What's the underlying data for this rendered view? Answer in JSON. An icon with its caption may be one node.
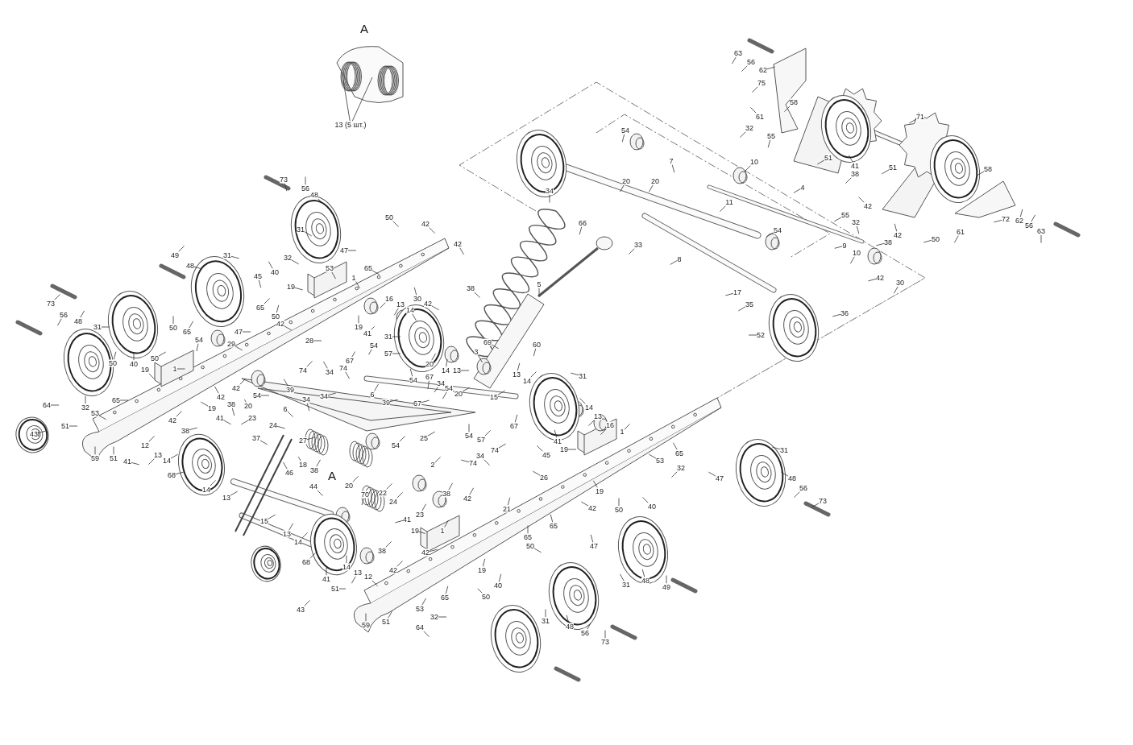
{
  "diagram": {
    "nodes": [
      {
        "text": [
          "13 (5 шт.)"
        ]
      },
      {
        "text": [
          "63"
        ]
      },
      {
        "text": [
          "56"
        ]
      },
      {
        "text": [
          "62"
        ]
      },
      {
        "text": [
          "75"
        ]
      },
      {
        "text": [
          "58"
        ]
      },
      {
        "text": [
          "61"
        ]
      },
      {
        "text": [
          "71"
        ]
      },
      {
        "text": [
          "32"
        ]
      },
      {
        "text": [
          "54"
        ]
      },
      {
        "text": [
          "55"
        ]
      },
      {
        "text": [
          "51"
        ]
      },
      {
        "text": [
          "7"
        ]
      },
      {
        "text": [
          "10"
        ]
      },
      {
        "text": [
          "41"
        ]
      },
      {
        "text": [
          "51"
        ]
      },
      {
        "text": [
          "58"
        ]
      },
      {
        "text": [
          "38"
        ]
      },
      {
        "text": [
          "73"
        ]
      },
      {
        "text": [
          "20"
        ]
      },
      {
        "text": [
          "20"
        ]
      },
      {
        "text": [
          "4"
        ]
      },
      {
        "text": [
          "56"
        ]
      },
      {
        "text": [
          "34"
        ]
      },
      {
        "text": [
          "48"
        ]
      },
      {
        "text": [
          "11"
        ]
      },
      {
        "text": [
          "42"
        ]
      },
      {
        "text": [
          "55"
        ]
      },
      {
        "text": [
          "50"
        ]
      },
      {
        "text": [
          "72"
        ]
      },
      {
        "text": [
          "62"
        ]
      },
      {
        "text": [
          "32"
        ]
      },
      {
        "text": [
          "66"
        ]
      },
      {
        "text": [
          "42"
        ]
      },
      {
        "text": [
          "56"
        ]
      },
      {
        "text": [
          "31"
        ]
      },
      {
        "text": [
          "54"
        ]
      },
      {
        "text": [
          "63"
        ]
      },
      {
        "text": [
          "61"
        ]
      },
      {
        "text": [
          "42"
        ]
      },
      {
        "text": [
          "50"
        ]
      },
      {
        "text": [
          "38"
        ]
      },
      {
        "text": [
          "42"
        ]
      },
      {
        "text": [
          "33"
        ]
      },
      {
        "text": [
          "9"
        ]
      },
      {
        "text": [
          "47"
        ]
      },
      {
        "text": [
          "10"
        ]
      },
      {
        "text": [
          "49"
        ]
      },
      {
        "text": [
          "31"
        ]
      },
      {
        "text": [
          "32"
        ]
      },
      {
        "text": [
          "8"
        ]
      },
      {
        "text": [
          "48"
        ]
      },
      {
        "text": [
          "65"
        ]
      },
      {
        "text": [
          "53"
        ]
      },
      {
        "text": [
          "40"
        ]
      },
      {
        "text": [
          "45"
        ]
      },
      {
        "text": [
          "1"
        ]
      },
      {
        "text": [
          "42"
        ]
      },
      {
        "text": [
          "30"
        ]
      },
      {
        "text": [
          "5"
        ]
      },
      {
        "text": [
          "19"
        ]
      },
      {
        "text": [
          "38"
        ]
      },
      {
        "text": [
          "17"
        ]
      },
      {
        "text": [
          "16"
        ]
      },
      {
        "text": [
          "30"
        ]
      },
      {
        "text": [
          "42"
        ]
      },
      {
        "text": [
          "73"
        ]
      },
      {
        "text": [
          "13"
        ]
      },
      {
        "text": [
          "35"
        ]
      },
      {
        "text": [
          "65"
        ]
      },
      {
        "text": [
          "14"
        ]
      },
      {
        "text": [
          "36"
        ]
      },
      {
        "text": [
          "56"
        ]
      },
      {
        "text": [
          "50"
        ]
      },
      {
        "text": [
          "48"
        ]
      },
      {
        "text": [
          "42"
        ]
      },
      {
        "text": [
          "31"
        ]
      },
      {
        "text": [
          "19"
        ]
      },
      {
        "text": [
          "50"
        ]
      },
      {
        "text": [
          "47"
        ]
      },
      {
        "text": [
          "65"
        ]
      },
      {
        "text": [
          "41"
        ]
      },
      {
        "text": [
          "52"
        ]
      },
      {
        "text": [
          "31"
        ]
      },
      {
        "text": [
          "54"
        ]
      },
      {
        "text": [
          "28"
        ]
      },
      {
        "text": [
          "69"
        ]
      },
      {
        "text": [
          "29"
        ]
      },
      {
        "text": [
          "60"
        ]
      },
      {
        "text": [
          "54"
        ]
      },
      {
        "text": [
          "3"
        ]
      },
      {
        "text": [
          "57"
        ]
      },
      {
        "text": [
          "67"
        ]
      },
      {
        "text": [
          "50"
        ]
      },
      {
        "text": [
          "40"
        ]
      },
      {
        "text": [
          "20"
        ]
      },
      {
        "text": [
          "74"
        ]
      },
      {
        "text": [
          "50"
        ]
      },
      {
        "text": [
          "19"
        ]
      },
      {
        "text": [
          "1"
        ]
      },
      {
        "text": [
          "74"
        ]
      },
      {
        "text": [
          "34"
        ]
      },
      {
        "text": [
          "14"
        ]
      },
      {
        "text": [
          "13"
        ]
      },
      {
        "text": [
          "13"
        ]
      },
      {
        "text": [
          "54"
        ]
      },
      {
        "text": [
          "67"
        ]
      },
      {
        "text": [
          "31"
        ]
      },
      {
        "text": [
          "34"
        ]
      },
      {
        "text": [
          "14"
        ]
      },
      {
        "text": [
          "42"
        ]
      },
      {
        "text": [
          "54"
        ]
      },
      {
        "text": [
          "39"
        ]
      },
      {
        "text": [
          "20"
        ]
      },
      {
        "text": [
          "6"
        ]
      },
      {
        "text": [
          "54"
        ]
      },
      {
        "text": [
          "34"
        ]
      },
      {
        "text": [
          "42"
        ]
      },
      {
        "text": [
          "15"
        ]
      },
      {
        "text": [
          "34"
        ]
      },
      {
        "text": [
          "65"
        ]
      },
      {
        "text": [
          "39"
        ]
      },
      {
        "text": [
          "67"
        ]
      },
      {
        "text": [
          "38"
        ]
      },
      {
        "text": [
          "64"
        ]
      },
      {
        "text": [
          "20"
        ]
      },
      {
        "text": [
          "32"
        ]
      },
      {
        "text": [
          "14"
        ]
      },
      {
        "text": [
          "19"
        ]
      },
      {
        "text": [
          "6"
        ]
      },
      {
        "text": [
          "53"
        ]
      },
      {
        "text": [
          "13"
        ]
      },
      {
        "text": [
          "41"
        ]
      },
      {
        "text": [
          "23"
        ]
      },
      {
        "text": [
          "42"
        ]
      },
      {
        "text": [
          "24"
        ]
      },
      {
        "text": [
          "16"
        ]
      },
      {
        "text": [
          "67"
        ]
      },
      {
        "text": [
          "51"
        ]
      },
      {
        "text": [
          "38"
        ]
      },
      {
        "text": [
          "1"
        ]
      },
      {
        "text": [
          "43"
        ]
      },
      {
        "text": [
          "54"
        ]
      },
      {
        "text": [
          "37"
        ]
      },
      {
        "text": [
          "25"
        ]
      },
      {
        "text": [
          "57"
        ]
      },
      {
        "text": [
          "27"
        ]
      },
      {
        "text": [
          "41"
        ]
      },
      {
        "text": [
          "12"
        ]
      },
      {
        "text": [
          "54"
        ]
      },
      {
        "text": [
          "19"
        ]
      },
      {
        "text": [
          "31"
        ]
      },
      {
        "text": [
          "74"
        ]
      },
      {
        "text": [
          "65"
        ]
      },
      {
        "text": [
          "13"
        ]
      },
      {
        "text": [
          "45"
        ]
      },
      {
        "text": [
          "34"
        ]
      },
      {
        "text": [
          "59"
        ]
      },
      {
        "text": [
          "51"
        ]
      },
      {
        "text": [
          "53"
        ]
      },
      {
        "text": [
          "14"
        ]
      },
      {
        "text": [
          "41"
        ]
      },
      {
        "text": [
          "74"
        ]
      },
      {
        "text": [
          "18"
        ]
      },
      {
        "text": [
          "2"
        ]
      },
      {
        "text": [
          "32"
        ]
      },
      {
        "text": [
          "38"
        ]
      },
      {
        "text": [
          "46"
        ]
      },
      {
        "text": [
          "68"
        ]
      },
      {
        "text": [
          "26"
        ]
      },
      {
        "text": [
          "47"
        ]
      },
      {
        "text": [
          "48"
        ]
      },
      {
        "text": [
          "20"
        ]
      },
      {
        "text": [
          "44"
        ]
      },
      {
        "text": [
          "56"
        ]
      },
      {
        "text": [
          "14"
        ]
      },
      {
        "text": [
          "19"
        ]
      },
      {
        "text": [
          "22"
        ]
      },
      {
        "text": [
          "70"
        ]
      },
      {
        "text": [
          "38"
        ]
      },
      {
        "text": [
          "13"
        ]
      },
      {
        "text": [
          "42"
        ]
      },
      {
        "text": [
          "73"
        ]
      },
      {
        "text": [
          "24"
        ]
      },
      {
        "text": [
          "40"
        ]
      },
      {
        "text": [
          "42"
        ]
      },
      {
        "text": [
          "21"
        ]
      },
      {
        "text": [
          "50"
        ]
      },
      {
        "text": [
          "23"
        ]
      },
      {
        "text": [
          "41"
        ]
      },
      {
        "text": [
          "15"
        ]
      },
      {
        "text": [
          "65"
        ]
      },
      {
        "text": [
          "19"
        ]
      },
      {
        "text": [
          "1"
        ]
      },
      {
        "text": [
          "13"
        ]
      },
      {
        "text": [
          "65"
        ]
      },
      {
        "text": [
          "14"
        ]
      },
      {
        "text": [
          "50"
        ]
      },
      {
        "text": [
          "47"
        ]
      },
      {
        "text": [
          "38"
        ]
      },
      {
        "text": [
          "42"
        ]
      },
      {
        "text": [
          "68"
        ]
      },
      {
        "text": [
          "14"
        ]
      },
      {
        "text": [
          "19"
        ]
      },
      {
        "text": [
          "42"
        ]
      },
      {
        "text": [
          "13"
        ]
      },
      {
        "text": [
          "12"
        ]
      },
      {
        "text": [
          "41"
        ]
      },
      {
        "text": [
          "48"
        ]
      },
      {
        "text": [
          "31"
        ]
      },
      {
        "text": [
          "40"
        ]
      },
      {
        "text": [
          "49"
        ]
      },
      {
        "text": [
          "51"
        ]
      },
      {
        "text": [
          "50"
        ]
      },
      {
        "text": [
          "65"
        ]
      },
      {
        "text": [
          "53"
        ]
      },
      {
        "text": [
          "43"
        ]
      },
      {
        "text": [
          "32"
        ]
      },
      {
        "text": [
          "31"
        ]
      },
      {
        "text": [
          "51"
        ]
      },
      {
        "text": [
          "59"
        ]
      },
      {
        "text": [
          "64"
        ]
      },
      {
        "text": [
          "48"
        ]
      },
      {
        "text": [
          "56"
        ]
      },
      {
        "text": [
          "73"
        ]
      }
    ],
    "edges": [
      {
        "from": 0,
        "to": null,
        "arrow": "none"
      },
      {
        "from": 0,
        "to": null,
        "arrow": "none"
      },
      {
        "from": 1,
        "to": null,
        "arrow": "none"
      },
      {
        "from": 2,
        "to": null,
        "arrow": "none"
      },
      {
        "from": 3,
        "to": null,
        "arrow": "none"
      },
      {
        "from": 4,
        "to": null,
        "arrow": "none"
      },
      {
        "from": 5,
        "to": null,
        "arrow": "none"
      },
      {
        "from": 6,
        "to": null,
        "arrow": "none"
      },
      {
        "from": 7,
        "to": null,
        "arrow": "none"
      },
      {
        "from": 8,
        "to": null,
        "arrow": "none"
      },
      {
        "from": 9,
        "to": null,
        "arrow": "none"
      },
      {
        "from": 10,
        "to": null,
        "arrow": "none"
      },
      {
        "from": 11,
        "to": null,
        "arrow": "none"
      },
      {
        "from": 12,
        "to": null,
        "arrow": "none"
      },
      {
        "from": 13,
        "to": null,
        "arrow": "none"
      },
      {
        "from": 14,
        "to": null,
        "arrow": "none"
      },
      {
        "from": 15,
        "to": null,
        "arrow": "none"
      },
      {
        "from": 16,
        "to": null,
        "arrow": "none"
      },
      {
        "from": 17,
        "to": null,
        "arrow": "none"
      },
      {
        "from": 18,
        "to": null,
        "arrow": "none"
      },
      {
        "from": 19,
        "to": null,
        "arrow": "none"
      },
      {
        "from": 20,
        "to": null,
        "arrow": "none"
      },
      {
        "from": 21,
        "to": null,
        "arrow": "none"
      },
      {
        "from": 22,
        "to": null,
        "arrow": "none"
      },
      {
        "from": 23,
        "to": null,
        "arrow": "none"
      },
      {
        "from": 24,
        "to": null,
        "arrow": "none"
      },
      {
        "from": 25,
        "to": null,
        "arrow": "none"
      },
      {
        "from": 26,
        "to": null,
        "arrow": "none"
      },
      {
        "from": 27,
        "to": null,
        "arrow": "none"
      },
      {
        "from": 28,
        "to": null,
        "arrow": "none"
      },
      {
        "from": 29,
        "to": null,
        "arrow": "none"
      },
      {
        "from": 30,
        "to": null,
        "arrow": "none"
      },
      {
        "from": 31,
        "to": null,
        "arrow": "none"
      },
      {
        "from": 32,
        "to": null,
        "arrow": "none"
      },
      {
        "from": 33,
        "to": null,
        "arrow": "none"
      },
      {
        "from": 34,
        "to": null,
        "arrow": "none"
      },
      {
        "from": 35,
        "to": null,
        "arrow": "none"
      },
      {
        "from": 36,
        "to": null,
        "arrow": "none"
      },
      {
        "from": 37,
        "to": null,
        "arrow": "none"
      },
      {
        "from": 38,
        "to": null,
        "arrow": "none"
      },
      {
        "from": 39,
        "to": null,
        "arrow": "none"
      },
      {
        "from": 40,
        "to": null,
        "arrow": "none"
      },
      {
        "from": 41,
        "to": null,
        "arrow": "none"
      },
      {
        "from": 42,
        "to": null,
        "arrow": "none"
      },
      {
        "from": 43,
        "to": null,
        "arrow": "none"
      },
      {
        "from": 44,
        "to": null,
        "arrow": "none"
      },
      {
        "from": 45,
        "to": null,
        "arrow": "none"
      },
      {
        "from": 46,
        "to": null,
        "arrow": "none"
      },
      {
        "from": 47,
        "to": null,
        "arrow": "none"
      },
      {
        "from": 48,
        "to": null,
        "arrow": "none"
      },
      {
        "from": 49,
        "to": null,
        "arrow": "none"
      },
      {
        "from": 50,
        "to": null,
        "arrow": "none"
      },
      {
        "from": 51,
        "to": null,
        "arrow": "none"
      },
      {
        "from": 52,
        "to": null,
        "arrow": "none"
      },
      {
        "from": 53,
        "to": null,
        "arrow": "none"
      },
      {
        "from": 54,
        "to": null,
        "arrow": "none"
      },
      {
        "from": 55,
        "to": null,
        "arrow": "none"
      },
      {
        "from": 56,
        "to": null,
        "arrow": "none"
      },
      {
        "from": 57,
        "to": null,
        "arrow": "none"
      },
      {
        "from": 58,
        "to": null,
        "arrow": "none"
      },
      {
        "from": 59,
        "to": null,
        "arrow": "none"
      },
      {
        "from": 60,
        "to": null,
        "arrow": "none"
      },
      {
        "from": 61,
        "to": null,
        "arrow": "none"
      },
      {
        "from": 62,
        "to": null,
        "arrow": "none"
      },
      {
        "from": 63,
        "to": null,
        "arrow": "none"
      },
      {
        "from": 64,
        "to": null,
        "arrow": "none"
      },
      {
        "from": 65,
        "to": null,
        "arrow": "none"
      },
      {
        "from": 66,
        "to": null,
        "arrow": "none"
      },
      {
        "from": 67,
        "to": null,
        "arrow": "none"
      },
      {
        "from": 68,
        "to": null,
        "arrow": "none"
      },
      {
        "from": 69,
        "to": null,
        "arrow": "none"
      },
      {
        "from": 70,
        "to": null,
        "arrow": "none"
      },
      {
        "from": 71,
        "to": null,
        "arrow": "none"
      },
      {
        "from": 72,
        "to": null,
        "arrow": "none"
      },
      {
        "from": 73,
        "to": null,
        "arrow": "none"
      },
      {
        "from": 74,
        "to": null,
        "arrow": "none"
      },
      {
        "from": 75,
        "to": null,
        "arrow": "none"
      },
      {
        "from": 76,
        "to": null,
        "arrow": "none"
      },
      {
        "from": 77,
        "to": null,
        "arrow": "none"
      },
      {
        "from": 78,
        "to": null,
        "arrow": "none"
      },
      {
        "from": 79,
        "to": null,
        "arrow": "none"
      },
      {
        "from": 80,
        "to": null,
        "arrow": "none"
      },
      {
        "from": 81,
        "to": null,
        "arrow": "none"
      },
      {
        "from": 82,
        "to": null,
        "arrow": "none"
      },
      {
        "from": 83,
        "to": null,
        "arrow": "none"
      },
      {
        "from": 84,
        "to": null,
        "arrow": "none"
      },
      {
        "from": 85,
        "to": null,
        "arrow": "none"
      },
      {
        "from": 86,
        "to": null,
        "arrow": "none"
      },
      {
        "from": 87,
        "to": null,
        "arrow": "none"
      },
      {
        "from": 88,
        "to": null,
        "arrow": "none"
      },
      {
        "from": 89,
        "to": null,
        "arrow": "none"
      },
      {
        "from": 90,
        "to": null,
        "arrow": "none"
      },
      {
        "from": 91,
        "to": null,
        "arrow": "none"
      },
      {
        "from": 92,
        "to": null,
        "arrow": "none"
      },
      {
        "from": 93,
        "to": null,
        "arrow": "none"
      },
      {
        "from": 94,
        "to": null,
        "arrow": "none"
      },
      {
        "from": 95,
        "to": null,
        "arrow": "none"
      },
      {
        "from": 96,
        "to": null,
        "arrow": "none"
      },
      {
        "from": 97,
        "to": null,
        "arrow": "none"
      },
      {
        "from": 98,
        "to": null,
        "arrow": "none"
      },
      {
        "from": 99,
        "to": null,
        "arrow": "none"
      },
      {
        "from": 100,
        "to": null,
        "arrow": "none"
      },
      {
        "from": 101,
        "to": null,
        "arrow": "none"
      },
      {
        "from": 102,
        "to": null,
        "arrow": "none"
      },
      {
        "from": 103,
        "to": null,
        "arrow": "none"
      },
      {
        "from": 104,
        "to": null,
        "arrow": "none"
      },
      {
        "from": 105,
        "to": null,
        "arrow": "none"
      },
      {
        "from": 106,
        "to": null,
        "arrow": "none"
      },
      {
        "from": 107,
        "to": null,
        "arrow": "none"
      },
      {
        "from": 108,
        "to": null,
        "arrow": "none"
      },
      {
        "from": 109,
        "to": null,
        "arrow": "none"
      },
      {
        "from": 110,
        "to": null,
        "arrow": "none"
      },
      {
        "from": 111,
        "to": null,
        "arrow": "none"
      },
      {
        "from": 112,
        "to": null,
        "arrow": "none"
      },
      {
        "from": 113,
        "to": null,
        "arrow": "none"
      },
      {
        "from": 114,
        "to": null,
        "arrow": "none"
      },
      {
        "from": 115,
        "to": null,
        "arrow": "none"
      },
      {
        "from": 116,
        "to": null,
        "arrow": "none"
      },
      {
        "from": 117,
        "to": null,
        "arrow": "none"
      },
      {
        "from": 118,
        "to": null,
        "arrow": "none"
      },
      {
        "from": 119,
        "to": null,
        "arrow": "none"
      },
      {
        "from": 120,
        "to": null,
        "arrow": "none"
      },
      {
        "from": 121,
        "to": null,
        "arrow": "none"
      },
      {
        "from": 122,
        "to": null,
        "arrow": "none"
      },
      {
        "from": 123,
        "to": null,
        "arrow": "none"
      },
      {
        "from": 124,
        "to": null,
        "arrow": "none"
      },
      {
        "from": 125,
        "to": null,
        "arrow": "none"
      },
      {
        "from": 126,
        "to": null,
        "arrow": "none"
      },
      {
        "from": 127,
        "to": null,
        "arrow": "none"
      },
      {
        "from": 128,
        "to": null,
        "arrow": "none"
      },
      {
        "from": 129,
        "to": null,
        "arrow": "none"
      },
      {
        "from": 130,
        "to": null,
        "arrow": "none"
      },
      {
        "from": 131,
        "to": null,
        "arrow": "none"
      },
      {
        "from": 132,
        "to": null,
        "arrow": "none"
      },
      {
        "from": 133,
        "to": null,
        "arrow": "none"
      },
      {
        "from": 134,
        "to": null,
        "arrow": "none"
      },
      {
        "from": 135,
        "to": null,
        "arrow": "none"
      },
      {
        "from": 136,
        "to": null,
        "arrow": "none"
      },
      {
        "from": 137,
        "to": null,
        "arrow": "none"
      },
      {
        "from": 138,
        "to": null,
        "arrow": "none"
      },
      {
        "from": 139,
        "to": null,
        "arrow": "none"
      },
      {
        "from": 140,
        "to": null,
        "arrow": "none"
      },
      {
        "from": 141,
        "to": null,
        "arrow": "none"
      },
      {
        "from": 142,
        "to": null,
        "arrow": "none"
      },
      {
        "from": 143,
        "to": null,
        "arrow": "none"
      },
      {
        "from": 144,
        "to": null,
        "arrow": "none"
      },
      {
        "from": 145,
        "to": null,
        "arrow": "none"
      },
      {
        "from": 146,
        "to": null,
        "arrow": "none"
      },
      {
        "from": 147,
        "to": null,
        "arrow": "none"
      },
      {
        "from": 148,
        "to": null,
        "arrow": "none"
      },
      {
        "from": 149,
        "to": null,
        "arrow": "none"
      },
      {
        "from": 150,
        "to": null,
        "arrow": "none"
      },
      {
        "from": 151,
        "to": null,
        "arrow": "none"
      },
      {
        "from": 152,
        "to": null,
        "arrow": "none"
      },
      {
        "from": 153,
        "to": null,
        "arrow": "none"
      },
      {
        "from": 154,
        "to": null,
        "arrow": "none"
      },
      {
        "from": 155,
        "to": null,
        "arrow": "none"
      },
      {
        "from": 156,
        "to": null,
        "arrow": "none"
      },
      {
        "from": 157,
        "to": null,
        "arrow": "none"
      },
      {
        "from": 158,
        "to": null,
        "arrow": "none"
      },
      {
        "from": 159,
        "to": null,
        "arrow": "none"
      },
      {
        "from": 160,
        "to": null,
        "arrow": "none"
      },
      {
        "from": 161,
        "to": null,
        "arrow": "none"
      },
      {
        "from": 162,
        "to": null,
        "arrow": "none"
      },
      {
        "from": 163,
        "to": null,
        "arrow": "none"
      },
      {
        "from": 164,
        "to": null,
        "arrow": "none"
      },
      {
        "from": 165,
        "to": null,
        "arrow": "none"
      },
      {
        "from": 166,
        "to": null,
        "arrow": "none"
      },
      {
        "from": 167,
        "to": null,
        "arrow": "none"
      },
      {
        "from": 168,
        "to": null,
        "arrow": "none"
      },
      {
        "from": 169,
        "to": null,
        "arrow": "none"
      },
      {
        "from": 170,
        "to": null,
        "arrow": "none"
      },
      {
        "from": 171,
        "to": null,
        "arrow": "none"
      },
      {
        "from": 172,
        "to": null,
        "arrow": "none"
      },
      {
        "from": 173,
        "to": null,
        "arrow": "none"
      },
      {
        "from": 174,
        "to": null,
        "arrow": "none"
      },
      {
        "from": 175,
        "to": null,
        "arrow": "none"
      },
      {
        "from": 176,
        "to": null,
        "arrow": "none"
      },
      {
        "from": 177,
        "to": null,
        "arrow": "none"
      },
      {
        "from": 178,
        "to": null,
        "arrow": "none"
      },
      {
        "from": 179,
        "to": null,
        "arrow": "none"
      },
      {
        "from": 180,
        "to": null,
        "arrow": "none"
      },
      {
        "from": 181,
        "to": null,
        "arrow": "none"
      },
      {
        "from": 182,
        "to": null,
        "arrow": "none"
      },
      {
        "from": 183,
        "to": null,
        "arrow": "none"
      },
      {
        "from": 184,
        "to": null,
        "arrow": "none"
      },
      {
        "from": 185,
        "to": null,
        "arrow": "none"
      },
      {
        "from": 186,
        "to": null,
        "arrow": "none"
      },
      {
        "from": 187,
        "to": null,
        "arrow": "none"
      },
      {
        "from": 188,
        "to": null,
        "arrow": "none"
      },
      {
        "from": 189,
        "to": null,
        "arrow": "none"
      },
      {
        "from": 190,
        "to": null,
        "arrow": "none"
      },
      {
        "from": 191,
        "to": null,
        "arrow": "none"
      },
      {
        "from": 192,
        "to": null,
        "arrow": "none"
      },
      {
        "from": 193,
        "to": null,
        "arrow": "none"
      },
      {
        "from": 194,
        "to": null,
        "arrow": "none"
      },
      {
        "from": 195,
        "to": null,
        "arrow": "none"
      },
      {
        "from": 196,
        "to": null,
        "arrow": "none"
      },
      {
        "from": 197,
        "to": null,
        "arrow": "none"
      },
      {
        "from": 198,
        "to": null,
        "arrow": "none"
      },
      {
        "from": 199,
        "to": null,
        "arrow": "none"
      },
      {
        "from": 200,
        "to": null,
        "arrow": "none"
      },
      {
        "from": 201,
        "to": null,
        "arrow": "none"
      },
      {
        "from": 202,
        "to": null,
        "arrow": "none"
      },
      {
        "from": 203,
        "to": null,
        "arrow": "none"
      },
      {
        "from": 204,
        "to": null,
        "arrow": "none"
      },
      {
        "from": 205,
        "to": null,
        "arrow": "none"
      },
      {
        "from": 206,
        "to": null,
        "arrow": "none"
      },
      {
        "from": 207,
        "to": null,
        "arrow": "none"
      },
      {
        "from": 208,
        "to": null,
        "arrow": "none"
      },
      {
        "from": 209,
        "to": null,
        "arrow": "none"
      },
      {
        "from": 210,
        "to": null,
        "arrow": "none"
      },
      {
        "from": 211,
        "to": null,
        "arrow": "none"
      },
      {
        "from": 212,
        "to": null,
        "arrow": "none"
      },
      {
        "from": 213,
        "to": null,
        "arrow": "none"
      },
      {
        "from": 214,
        "to": null,
        "arrow": "none"
      },
      {
        "from": 215,
        "to": null,
        "arrow": "none"
      },
      {
        "from": 216,
        "to": null,
        "arrow": "none"
      },
      {
        "from": 217,
        "to": null,
        "arrow": "none"
      },
      {
        "from": 218,
        "to": null,
        "arrow": "none"
      },
      {
        "from": 219,
        "to": null,
        "arrow": "none"
      },
      {
        "from": 220,
        "to": null,
        "arrow": "none"
      },
      {
        "from": 221,
        "to": null,
        "arrow": "none"
      },
      {
        "from": 222,
        "to": null,
        "arrow": "none"
      },
      {
        "from": 223,
        "to": null,
        "arrow": "none"
      },
      {
        "from": 224,
        "to": null,
        "arrow": "none"
      }
    ],
    "labels": [
      "A",
      "A"
    ]
  }
}
